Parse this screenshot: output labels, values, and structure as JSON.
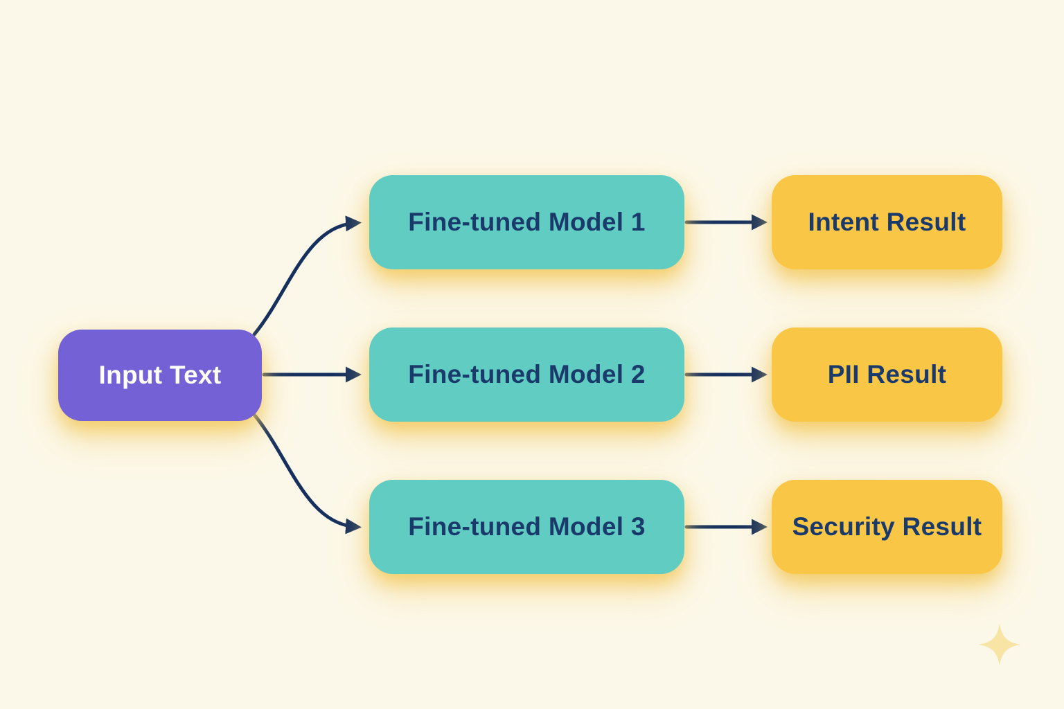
{
  "diagram": {
    "input_node": {
      "label": "Input Text"
    },
    "model_nodes": [
      {
        "label": "Fine-tuned Model 1"
      },
      {
        "label": "Fine-tuned Model 2"
      },
      {
        "label": "Fine-tuned Model 3"
      }
    ],
    "result_nodes": [
      {
        "label": "Intent Result"
      },
      {
        "label": "PII Result"
      },
      {
        "label": "Security Result"
      }
    ],
    "decorations": {
      "sparkle_icon": "four-pointed-sparkle"
    }
  },
  "colors": {
    "background": "#FCF8E9",
    "input_box": "#7361D5",
    "input_text": "#FFFFFF",
    "model_box": "#61CDC2",
    "result_box": "#F9C745",
    "label_text": "#1B3A6C",
    "arrow": "#16305E",
    "sparkle": "#F8E5A6"
  }
}
